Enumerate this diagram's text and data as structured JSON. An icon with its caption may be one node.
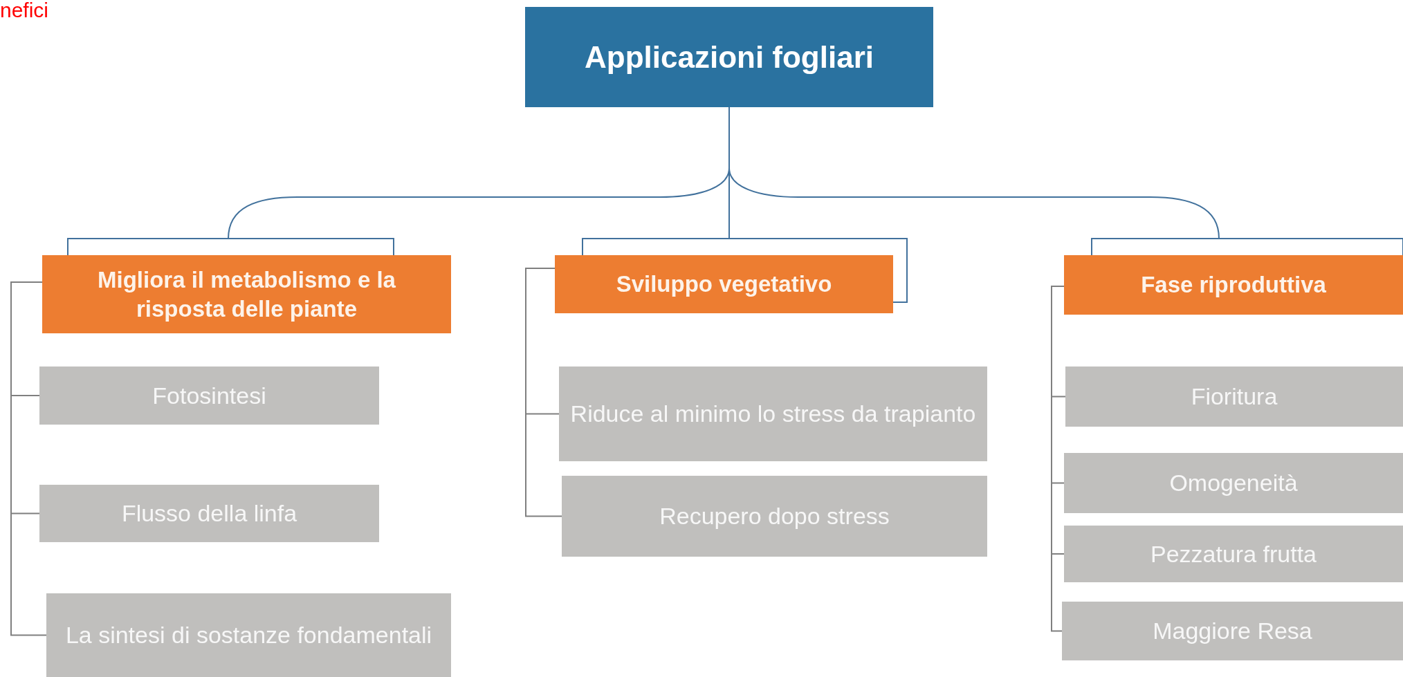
{
  "diagram": {
    "title": "Applicazioni fogliari",
    "nodes": [
      {
        "text": [
          "Migliora il metabolismo e la risposta delle piante"
        ]
      },
      {
        "text": [
          "Sviluppo vegetativo"
        ]
      },
      {
        "text": [
          "Fase riproduttiva"
        ]
      },
      {
        "text": [
          "Fotosintesi"
        ]
      },
      {
        "text": [
          "Flusso della linfa"
        ]
      },
      {
        "text": [
          "La sintesi di sostanze fondamentali"
        ]
      },
      {
        "text": [
          "Riduce al minimo lo stress da trapianto"
        ]
      },
      {
        "text": [
          "Recupero dopo stress"
        ]
      },
      {
        "text": [
          "Fioritura"
        ]
      },
      {
        "text": [
          "Omogeneità"
        ]
      },
      {
        "text": [
          "Pezzatura frutta"
        ]
      },
      {
        "text": [
          "Maggiore Resa"
        ]
      }
    ],
    "edges": [
      {
        "from": null,
        "to": 0,
        "arrow": "none",
        "color": "#41719c"
      },
      {
        "from": null,
        "to": 1,
        "arrow": "none",
        "color": "#41719c"
      },
      {
        "from": null,
        "to": 2,
        "arrow": "none",
        "color": "#41719c"
      },
      {
        "from": 0,
        "to": 3,
        "arrow": "none"
      },
      {
        "from": 0,
        "to": 4,
        "arrow": "none"
      },
      {
        "from": 0,
        "to": 5,
        "arrow": "none"
      },
      {
        "from": 1,
        "to": 6,
        "arrow": "none"
      },
      {
        "from": 1,
        "to": 7,
        "arrow": "none"
      },
      {
        "from": 2,
        "to": 8,
        "arrow": "none"
      },
      {
        "from": 2,
        "to": 9,
        "arrow": "none"
      },
      {
        "from": 2,
        "to": 10,
        "arrow": "none"
      },
      {
        "from": 2,
        "to": 11,
        "arrow": "none"
      }
    ],
    "labels": [
      "nefici"
    ]
  }
}
